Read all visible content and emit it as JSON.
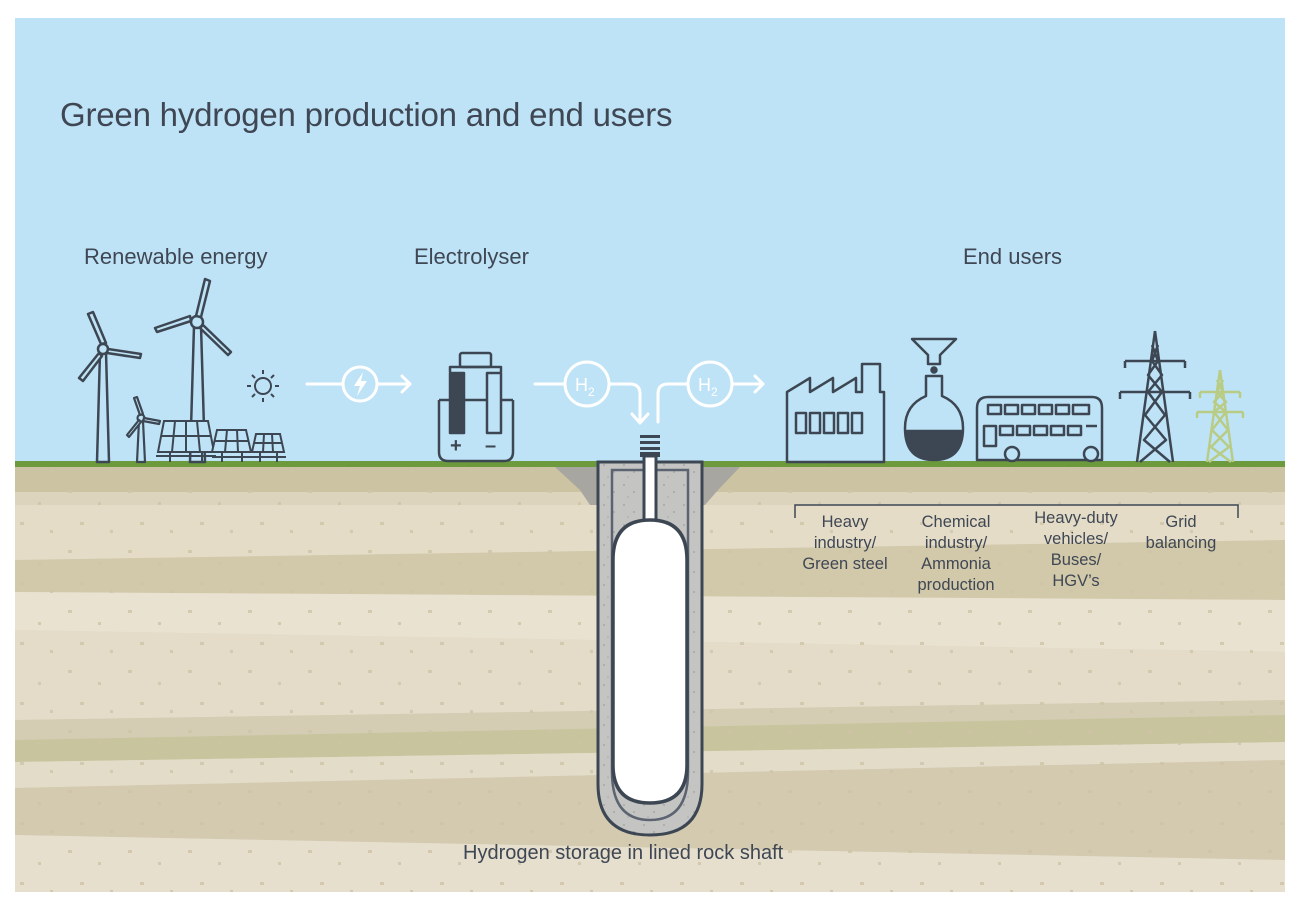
{
  "title": "Green hydrogen production and end users",
  "sections": {
    "renewable": "Renewable energy",
    "electrolyser": "Electrolyser",
    "end_users": "End users"
  },
  "h2_badges": [
    {
      "text": "H",
      "sub": "2"
    },
    {
      "text": "H",
      "sub": "2"
    }
  ],
  "electrolyser_terminals": {
    "plus": "+",
    "minus": "–"
  },
  "end_users": [
    {
      "lines": [
        "Heavy",
        "industry/",
        "Green steel"
      ]
    },
    {
      "lines": [
        "Chemical",
        "industry/",
        "Ammonia",
        "production"
      ]
    },
    {
      "lines": [
        "Heavy-duty",
        "vehicles/",
        "Buses/",
        "HGV’s"
      ]
    },
    {
      "lines": [
        "Grid",
        "balancing"
      ]
    }
  ],
  "storage_caption": "Hydrogen storage in lined rock shaft",
  "colors": {
    "sky": "#bfe3f6",
    "ground_line": "#6c9a3c",
    "ground": "#ddd4bd",
    "icon_stroke": "#3d4753",
    "flow_arrow": "#ffffff",
    "pylon_green": "#b8cc86"
  }
}
